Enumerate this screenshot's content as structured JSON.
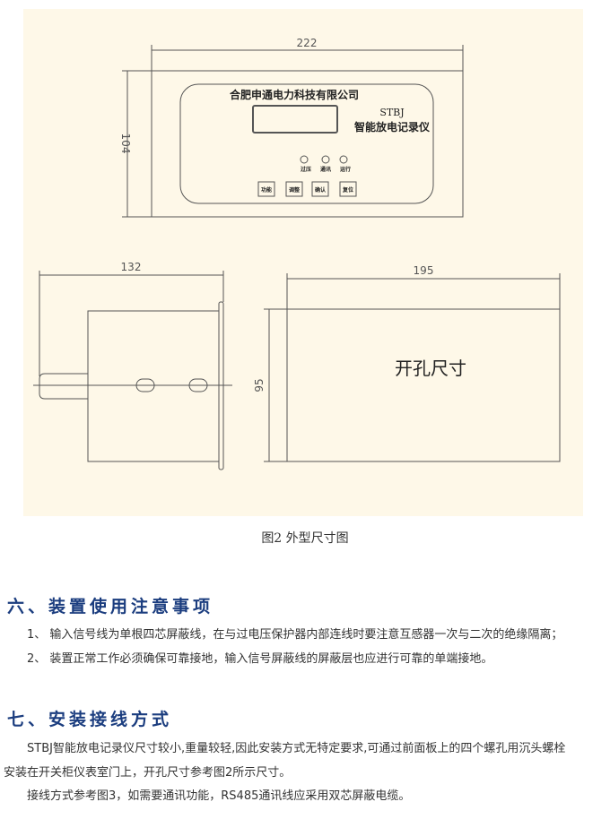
{
  "figure": {
    "dims": {
      "width_front": "222",
      "height_front": "104",
      "depth_side": "132",
      "cutout_width": "195",
      "cutout_height": "95"
    },
    "panel": {
      "company": "合肥申通电力科技有限公司",
      "model": "STBJ",
      "product": "智能放电记录仪",
      "leds": [
        "过压",
        "通讯",
        "运行"
      ],
      "buttons": [
        "功能",
        "调整",
        "确认",
        "复位"
      ]
    },
    "cutout_label": "开孔尺寸",
    "caption": "图2   外型尺寸图"
  },
  "section6": {
    "title": "六、装置使用注意事项",
    "items": [
      "1、 输入信号线为单根四芯屏蔽线，在与过电压保护器内部连线时要注意互感器一次与二次的绝缘隔离；",
      "2、 装置正常工作必须确保可靠接地，输入信号屏蔽线的屏蔽层也应进行可靠的单端接地。"
    ]
  },
  "section7": {
    "title": "七、安装接线方式",
    "para1_line1": "STBJ智能放电记录仪尺寸较小,重量较轻,因此安装方式无特定要求,可通过前面板上的四个螺孔用沉头螺栓",
    "para1_line2": "安装在开关柜仪表室门上，开孔尺寸参考图2所示尺寸。",
    "para2": "接线方式参考图3，如需要通讯功能，RS485通讯线应采用双芯屏蔽电缆。"
  }
}
